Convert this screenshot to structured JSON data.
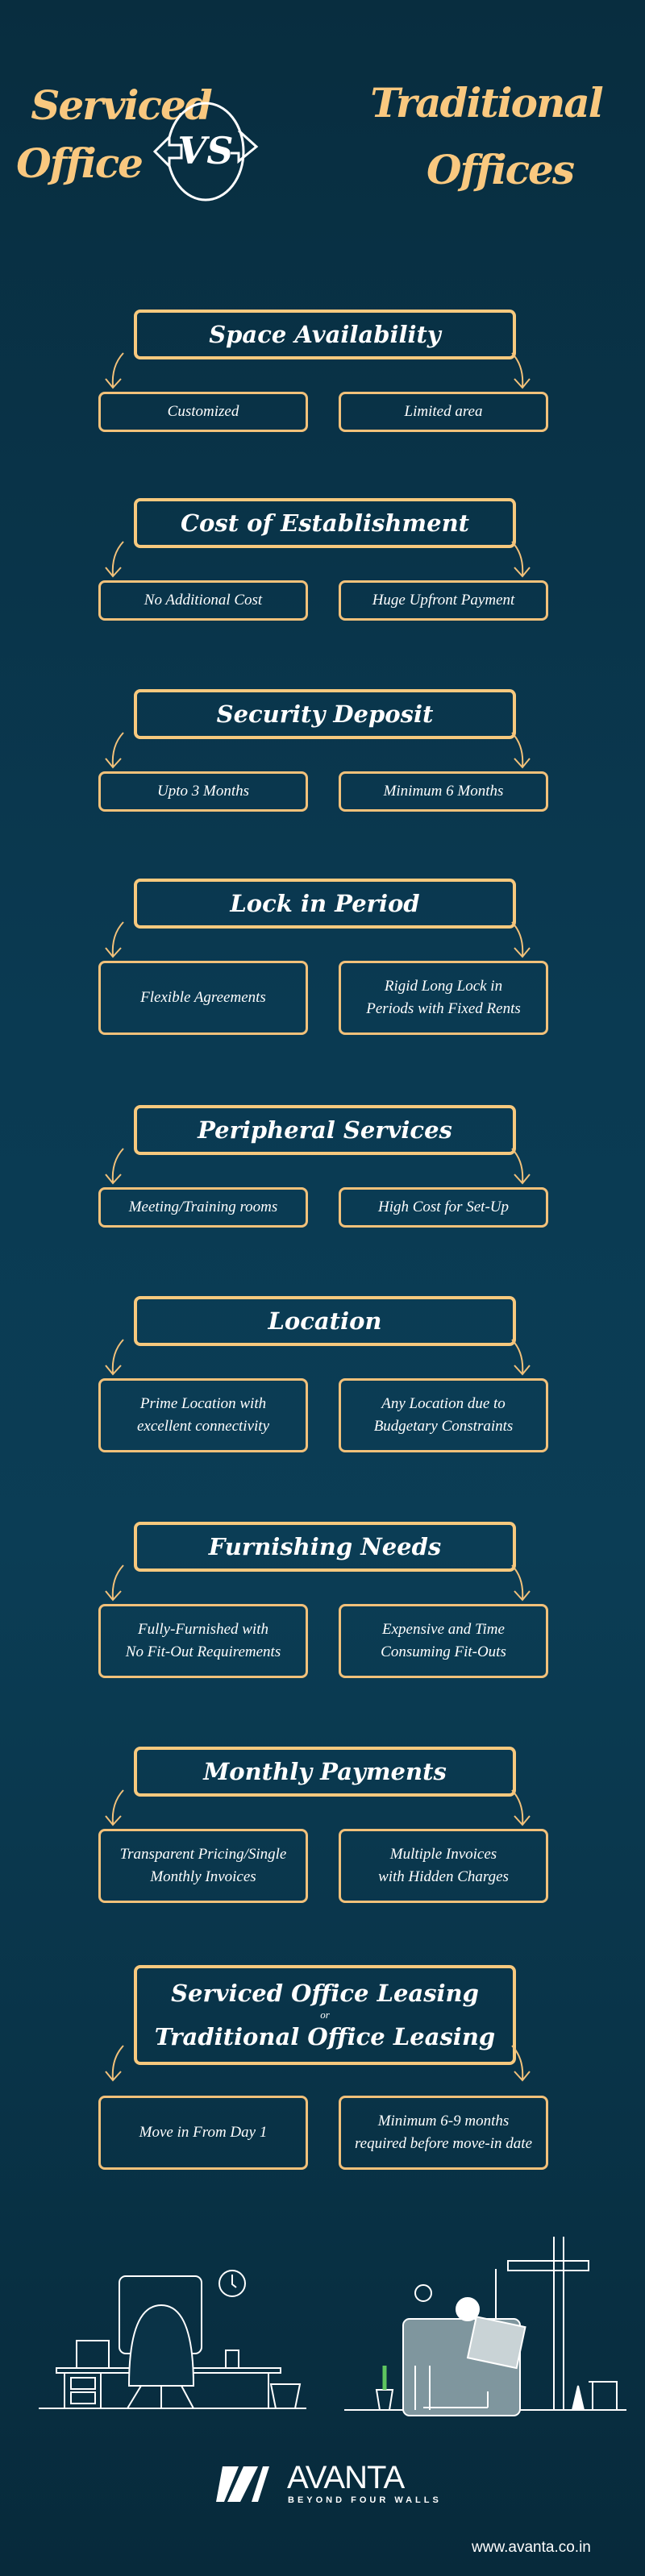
{
  "header": {
    "left_line1": "Serviced",
    "left_line2": "Office",
    "vs": "VS",
    "right_line1": "Traditional",
    "right_line2": "Offices"
  },
  "sections": [
    {
      "title": "Space Availability",
      "left": "Customized",
      "right": "Limited area"
    },
    {
      "title": "Cost of Establishment",
      "left": "No Additional Cost",
      "right": "Huge Upfront Payment"
    },
    {
      "title": "Security Deposit",
      "left": "Upto 3 Months",
      "right": "Minimum 6 Months"
    },
    {
      "title": "Lock in Period",
      "left": "Flexible Agreements",
      "right": "Rigid Long Lock in\nPeriods with Fixed Rents"
    },
    {
      "title": "Peripheral Services",
      "left": "Meeting/Training rooms",
      "right": "High Cost for Set-Up"
    },
    {
      "title": "Location",
      "left": "Prime Location with\nexcellent connectivity",
      "right": "Any Location due to\nBudgetary Constraints"
    },
    {
      "title": "Furnishing Needs",
      "left": "Fully-Furnished with\nNo Fit-Out Requirements",
      "right": "Expensive and Time\nConsuming Fit-Outs"
    },
    {
      "title": "Monthly Payments",
      "left": "Transparent Pricing/Single\nMonthly Invoices",
      "right": "Multiple Invoices\nwith Hidden Charges"
    }
  ],
  "final": {
    "title_line1": "Serviced Office Leasing",
    "or": "or",
    "title_line2": "Traditional Office Leasing",
    "left": "Move in From Day 1",
    "right": "Minimum 6-9 months\nrequired before move-in date"
  },
  "footer": {
    "brand": "AVANTA",
    "tagline": "BEYOND FOUR WALLS",
    "url": "www.avanta.co.in"
  },
  "colors": {
    "background": "#0a3a52",
    "accent": "#f7c97e",
    "text": "#ffffff"
  }
}
